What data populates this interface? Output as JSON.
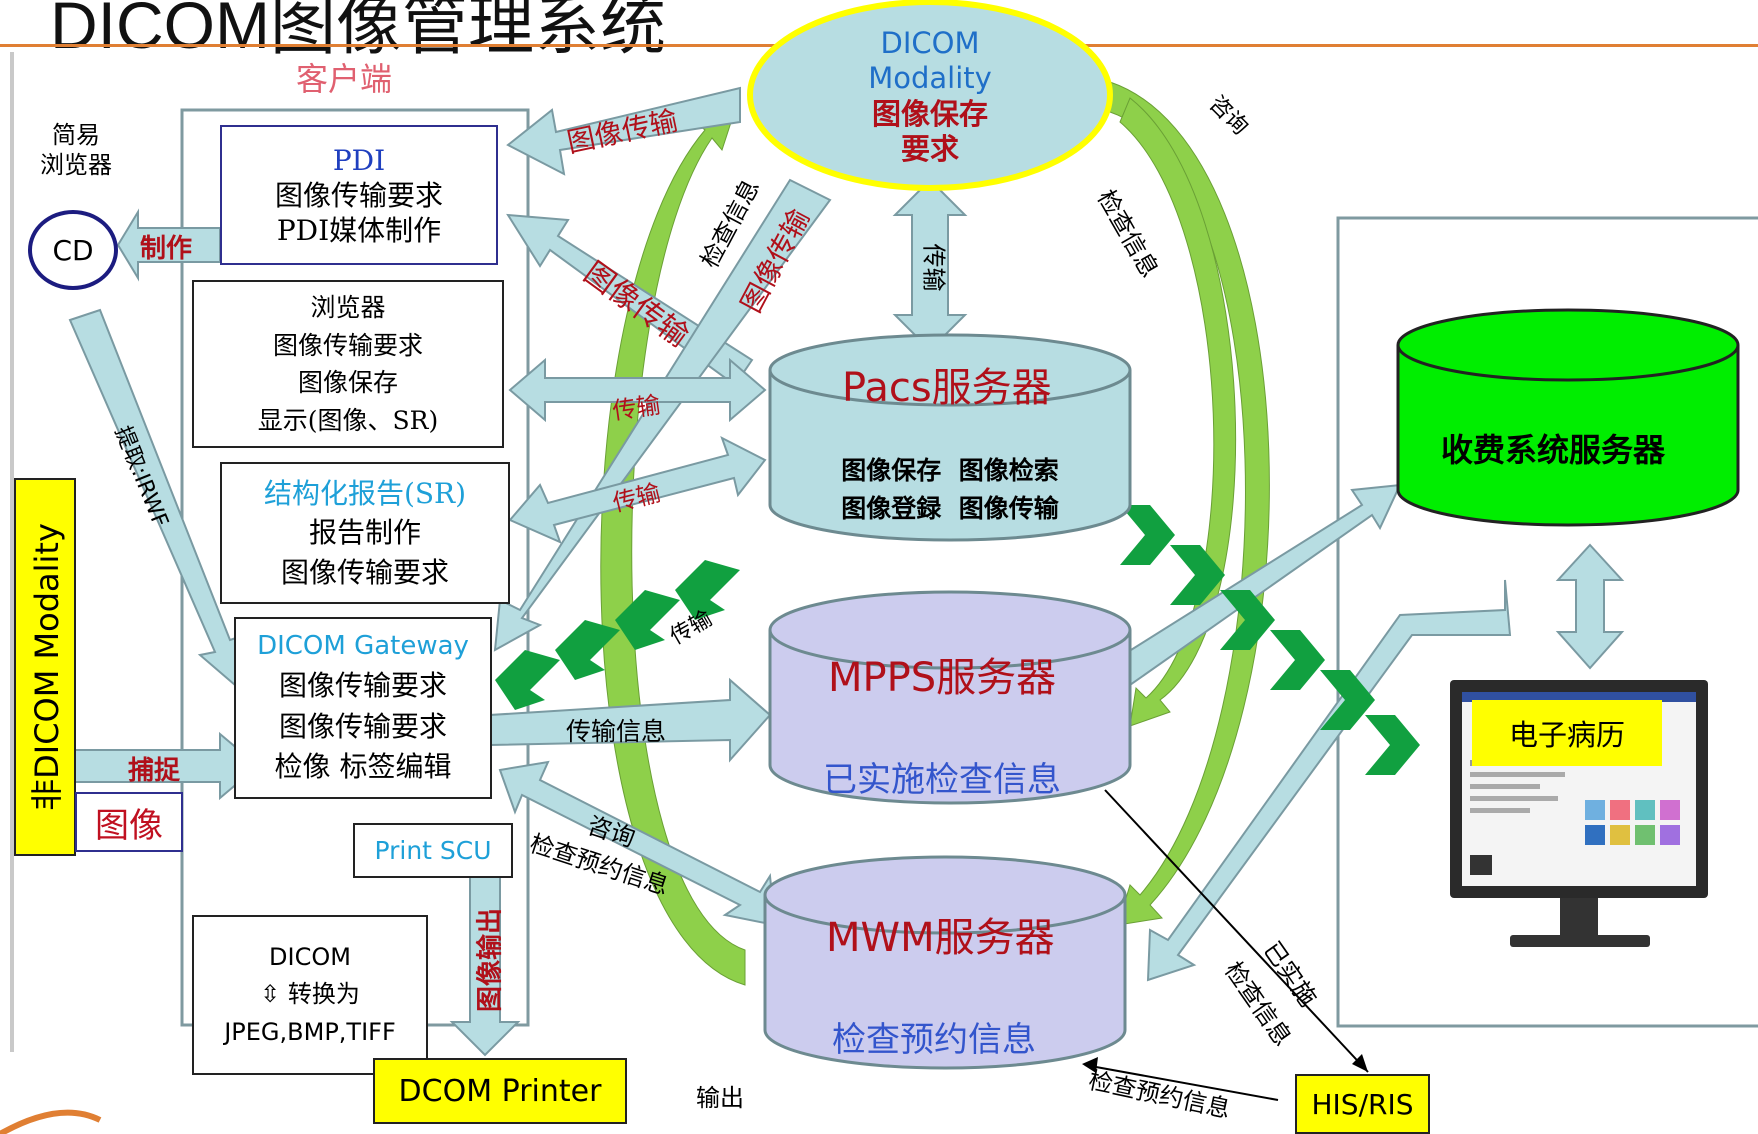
{
  "title": "DICOM图像管理系统",
  "client_label": "客户端",
  "simple_browser": [
    "简易",
    "浏览器"
  ],
  "cd_label": "CD",
  "make_label": "制作",
  "extract_label": "提取:IRWF",
  "capture_label": "捕捉",
  "non_dicom": "非DICOM Modality",
  "image_label": "图像",
  "pdi": {
    "title": "PDI",
    "lines": [
      "图像传输要求",
      "PDI媒体制作"
    ]
  },
  "browser_box": {
    "lines": [
      "浏览器",
      "图像传输要求",
      "图像保存",
      "显示(图像、SR)"
    ]
  },
  "sr_box": {
    "title": "结构化报告(SR)",
    "lines": [
      "报告制作",
      "图像传输要求"
    ]
  },
  "gateway": {
    "title": "DICOM Gateway",
    "lines": [
      "图像传输要求",
      "图像传输要求",
      "检像 标签编辑"
    ]
  },
  "print_scu": "Print SCU",
  "image_output": "图像输出",
  "convert_box": {
    "lines": [
      "DICOM",
      "⇳ 转换为",
      "JPEG,BMP,TIFF"
    ]
  },
  "printer": "DCOM Printer",
  "output_label": "输出",
  "modality": {
    "lines": [
      "DICOM",
      "Modality"
    ],
    "red_lines": [
      "图像保存",
      "要求"
    ]
  },
  "pacs": {
    "title_red": "Pacs服",
    "title_rest": "务器",
    "lines": [
      "图像保存  图像检索",
      "图像登録  图像传输"
    ]
  },
  "mpps": {
    "title_red": "MPPS服",
    "title_rest": "务",
    "title_end": "器",
    "subtitle": "已实施检查信息"
  },
  "mwm": {
    "title_red": "MWM服",
    "title_rest": "务",
    "title_end": "器",
    "subtitle": "检查预约信息"
  },
  "billing": "收费系统服务器",
  "emr": "电子病历",
  "his_ris": "HIS/RIS",
  "arrow_labels": {
    "img_transfer_1": "图像传输",
    "img_transfer_2": "图像传输",
    "img_transfer_3": "图像传输",
    "exam_info_1": "检查信息",
    "exam_info_2": "检查信息",
    "consult_1": "咨询",
    "consult_2": "咨询",
    "transfer_v": "传输",
    "transfer_1": "传输",
    "transfer_2": "传输",
    "transfer_3": "传输",
    "transfer_info": "传输信息",
    "exam_appt": "检查预约信息",
    "done_exam_1": "已实施",
    "done_exam_2": "检查信息",
    "appt_info_bottom": "检查预约信息"
  },
  "colors": {
    "arrow_fill": "#b7dde2",
    "arrow_stroke": "#7a9aa2",
    "modality_fill": "#b7dde2",
    "modality_ring": "#ffff00",
    "pacs_fill": "#b7dde2",
    "mpps_fill": "#ccccee",
    "billing_fill": "#00ee00",
    "chevron_green": "#11a040",
    "curve_green": "#8ed04a",
    "title_rule": "#e07f33",
    "red_text": "#b0101a"
  }
}
